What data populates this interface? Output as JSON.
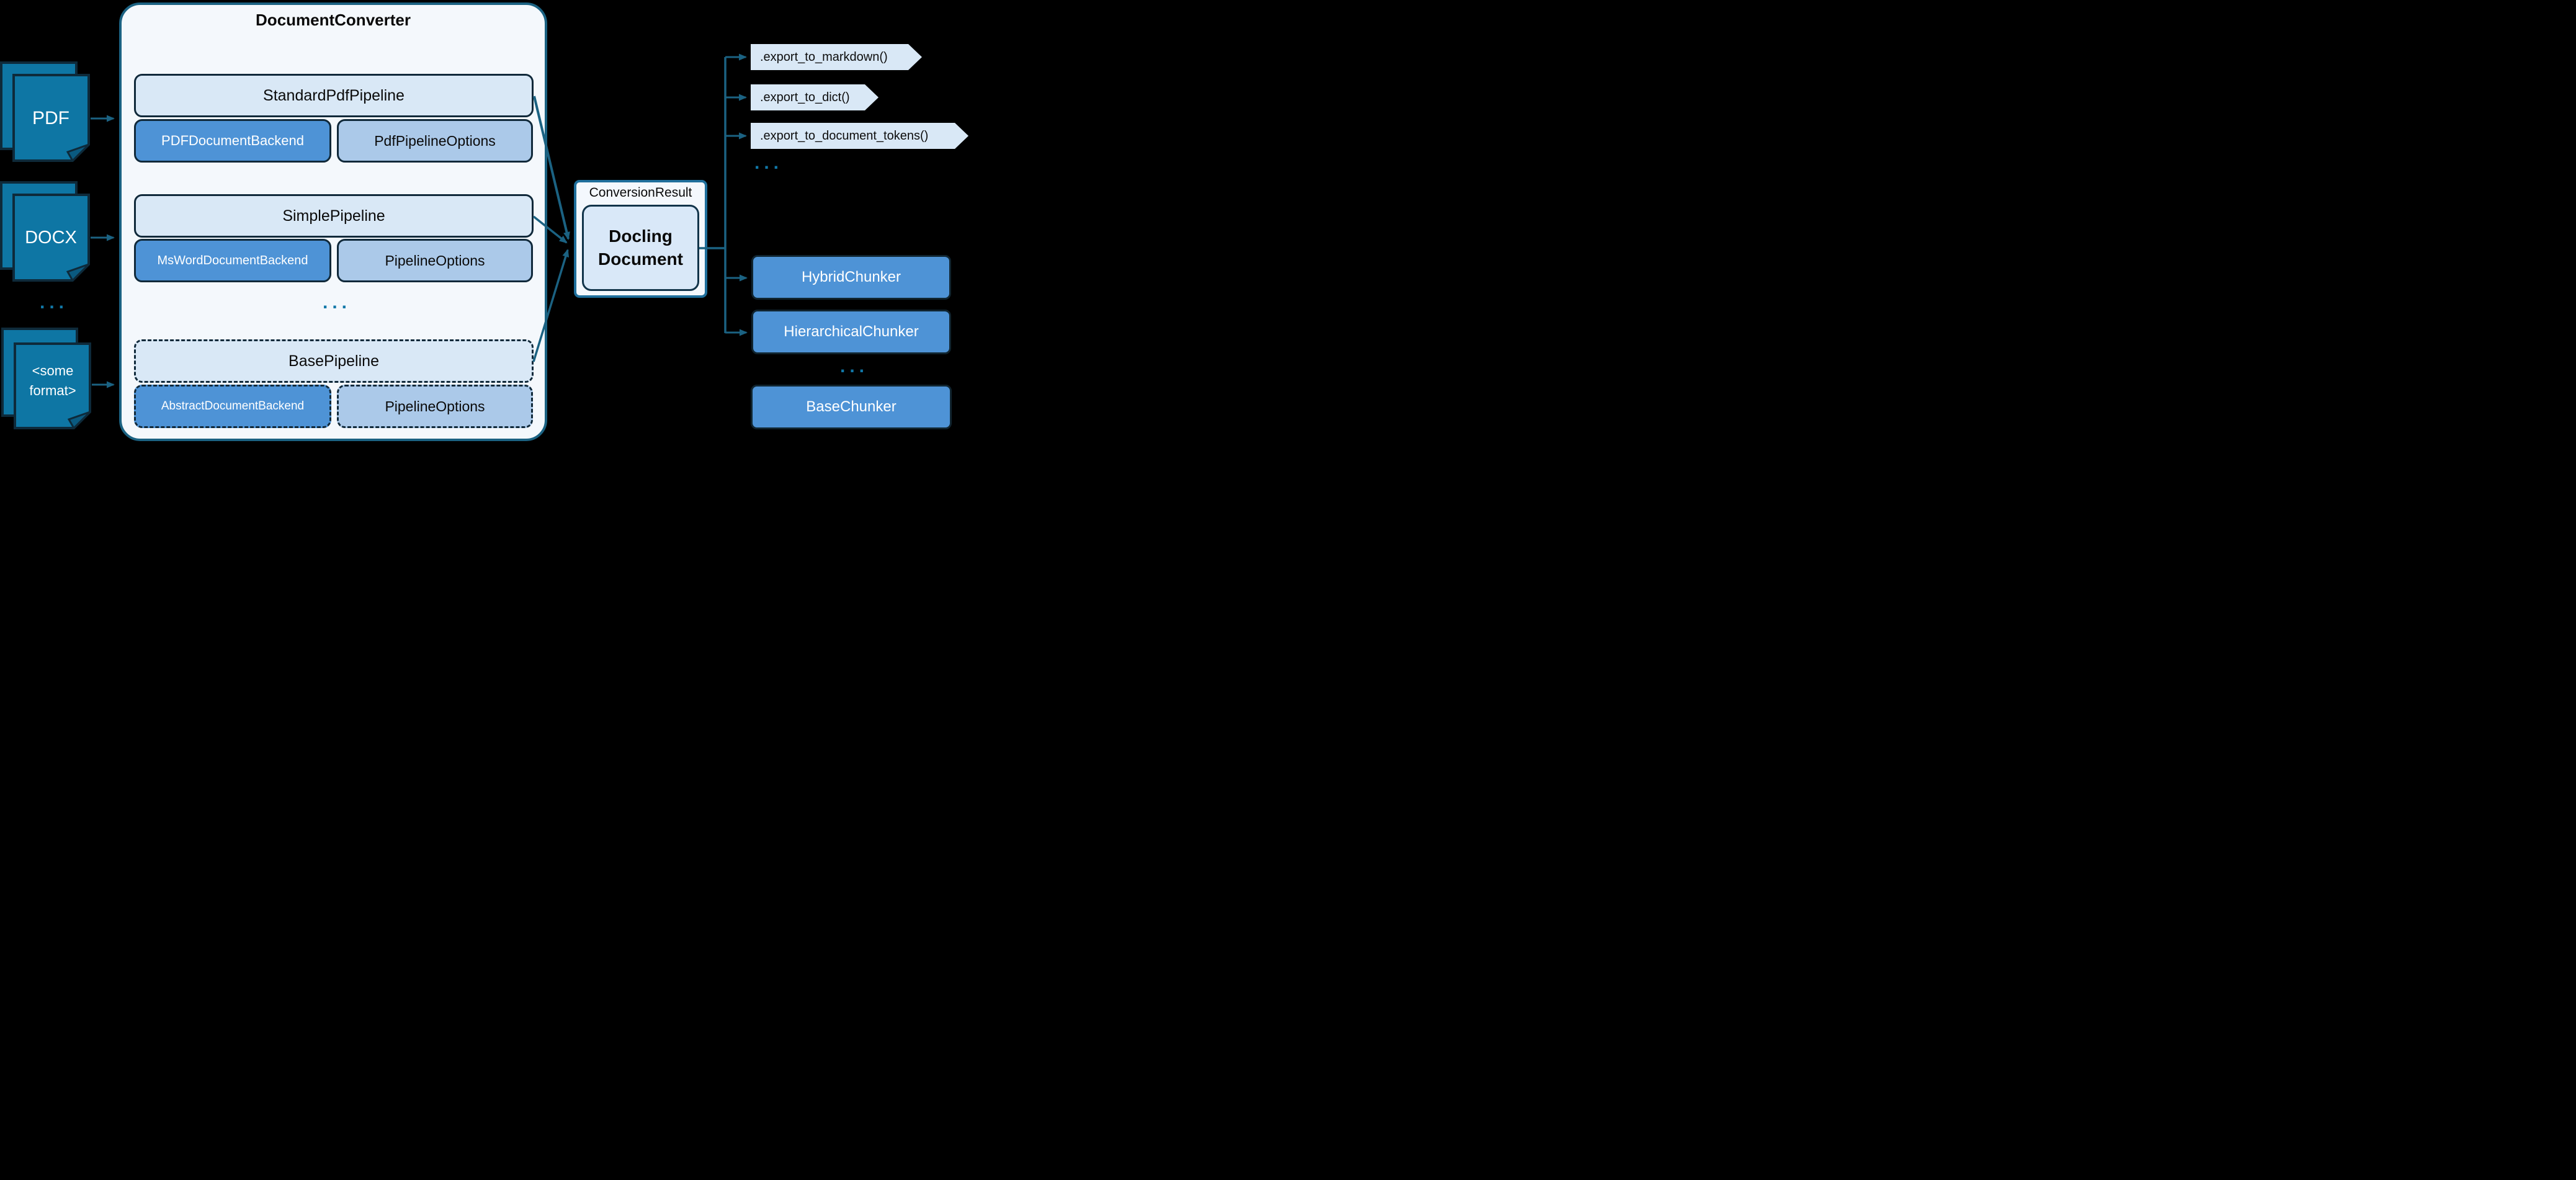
{
  "converter": {
    "title": "DocumentConverter",
    "groups": [
      {
        "pipeline": "StandardPdfPipeline",
        "backend": "PDFDocumentBackend",
        "options": "PdfPipelineOptions"
      },
      {
        "pipeline": "SimplePipeline",
        "backend": "MsWordDocumentBackend",
        "options": "PipelineOptions"
      },
      {
        "pipeline": "BasePipeline",
        "backend": "AbstractDocumentBackend",
        "options": "PipelineOptions"
      }
    ],
    "ellipsis": "..."
  },
  "sources": {
    "items": [
      {
        "label": "PDF"
      },
      {
        "label": "DOCX"
      },
      {
        "label_line1": "<some",
        "label_line2": "format>"
      }
    ],
    "ellipsis": "..."
  },
  "result": {
    "label": "ConversionResult",
    "document_line1": "Docling",
    "document_line2": "Document"
  },
  "exports": {
    "items": [
      ".export_to_markdown()",
      ".export_to_dict()",
      ".export_to_document_tokens()"
    ],
    "ellipsis": "..."
  },
  "chunkers": {
    "items": [
      "HybridChunker",
      "HierarchicalChunker",
      "BaseChunker"
    ],
    "ellipsis": "..."
  },
  "colors": {
    "background": "#000000",
    "container_fill": "#f4f8fc",
    "container_border": "#1b6282",
    "pipeline_fill": "#d9e8f6",
    "backend_fill": "#4e93d6",
    "options_fill": "#abc9e9",
    "box_border": "#10293a",
    "document_icon_fill": "#0e76a4",
    "connector": "#1b6282",
    "dots": "#1178a8",
    "result_border": "#1f6f9c",
    "docling_fill": "#d9e8f8"
  }
}
